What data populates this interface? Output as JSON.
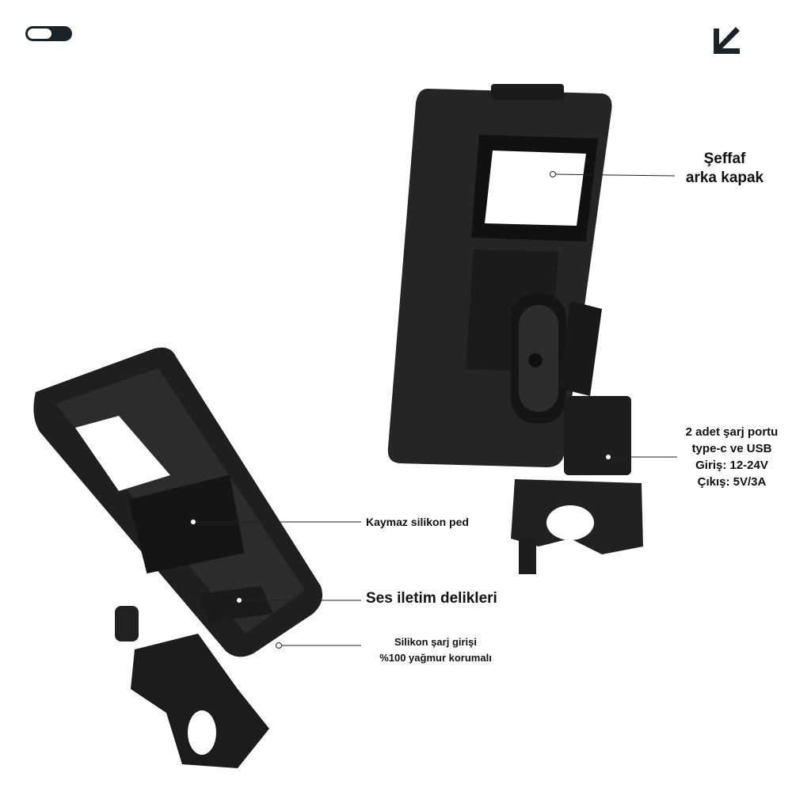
{
  "controls": {
    "toggle_state": "off",
    "collapse_icon": "arrow-down-left-icon"
  },
  "colors": {
    "product": "#1e1f21",
    "text": "#111111",
    "toggle": "#1b2329"
  },
  "callouts": {
    "back_cover": [
      "Şeffaf",
      "arka kapak"
    ],
    "charging_port": [
      "2 adet şarj portu",
      "type-c ve USB",
      "Giriş: 12-24V",
      "Çıkış: 5V/3A"
    ],
    "silicone_pad": "Kaymaz silikon ped",
    "sound_holes": "Ses iletim delikleri",
    "charging_input": [
      "Silikon şarj girişi",
      "%100 yağmur korumalı"
    ]
  }
}
